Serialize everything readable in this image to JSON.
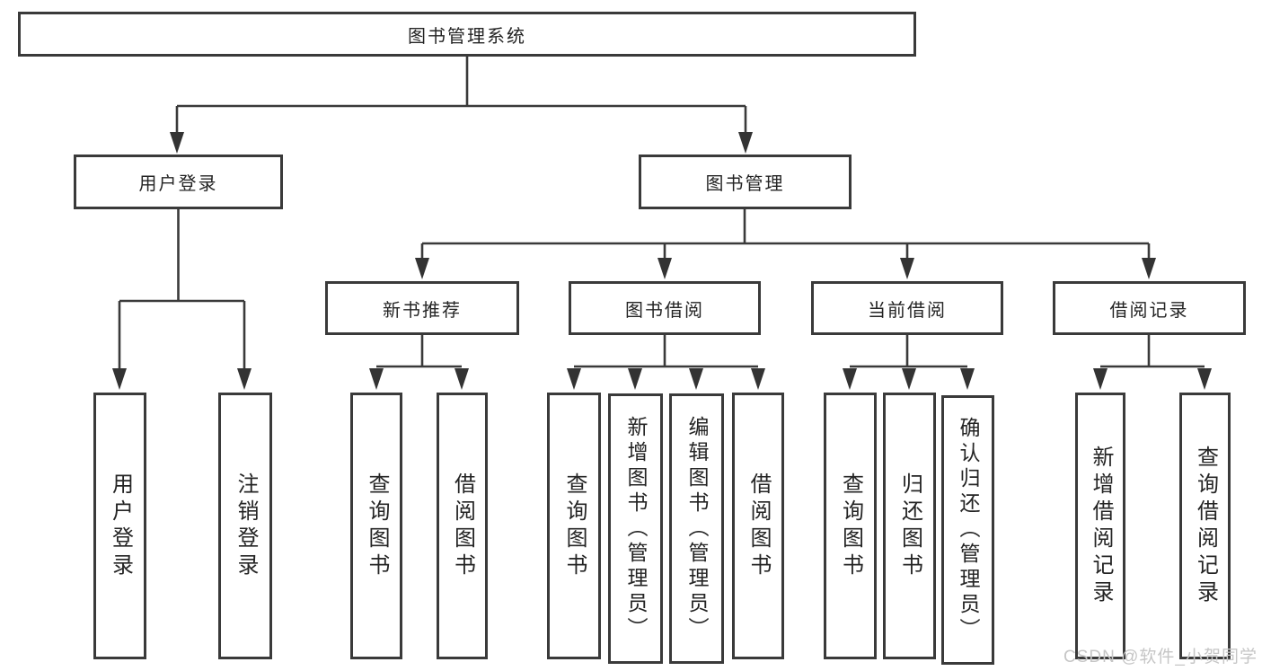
{
  "diagram": {
    "root": {
      "label": "图书管理系统"
    },
    "branches": [
      {
        "label": "用户登录",
        "leaves": [
          {
            "label": "用户登录"
          },
          {
            "label": "注销登录"
          }
        ]
      },
      {
        "label": "图书管理",
        "groups": [
          {
            "label": "新书推荐",
            "leaves": [
              {
                "label": "查询图书"
              },
              {
                "label": "借阅图书"
              }
            ]
          },
          {
            "label": "图书借阅",
            "leaves": [
              {
                "label": "查询图书"
              },
              {
                "label": "新增图书（管理员）"
              },
              {
                "label": "编辑图书（管理员）"
              },
              {
                "label": "借阅图书"
              }
            ]
          },
          {
            "label": "当前借阅",
            "leaves": [
              {
                "label": "查询图书"
              },
              {
                "label": "归还图书"
              },
              {
                "label": "确认归还（管理员）"
              }
            ]
          },
          {
            "label": "借阅记录",
            "leaves": [
              {
                "label": "新增借阅记录"
              },
              {
                "label": "查询借阅记录"
              }
            ]
          }
        ]
      }
    ]
  },
  "icons": {
    "arrowhead": "▼"
  },
  "colors": {
    "line": "#3a3a3a",
    "box_border": "#3a3a3a",
    "text": "#242424",
    "background": "#ffffff",
    "watermark": "#c6c6c6"
  },
  "watermark": {
    "text": "CSDN @软件_小贺同学"
  }
}
